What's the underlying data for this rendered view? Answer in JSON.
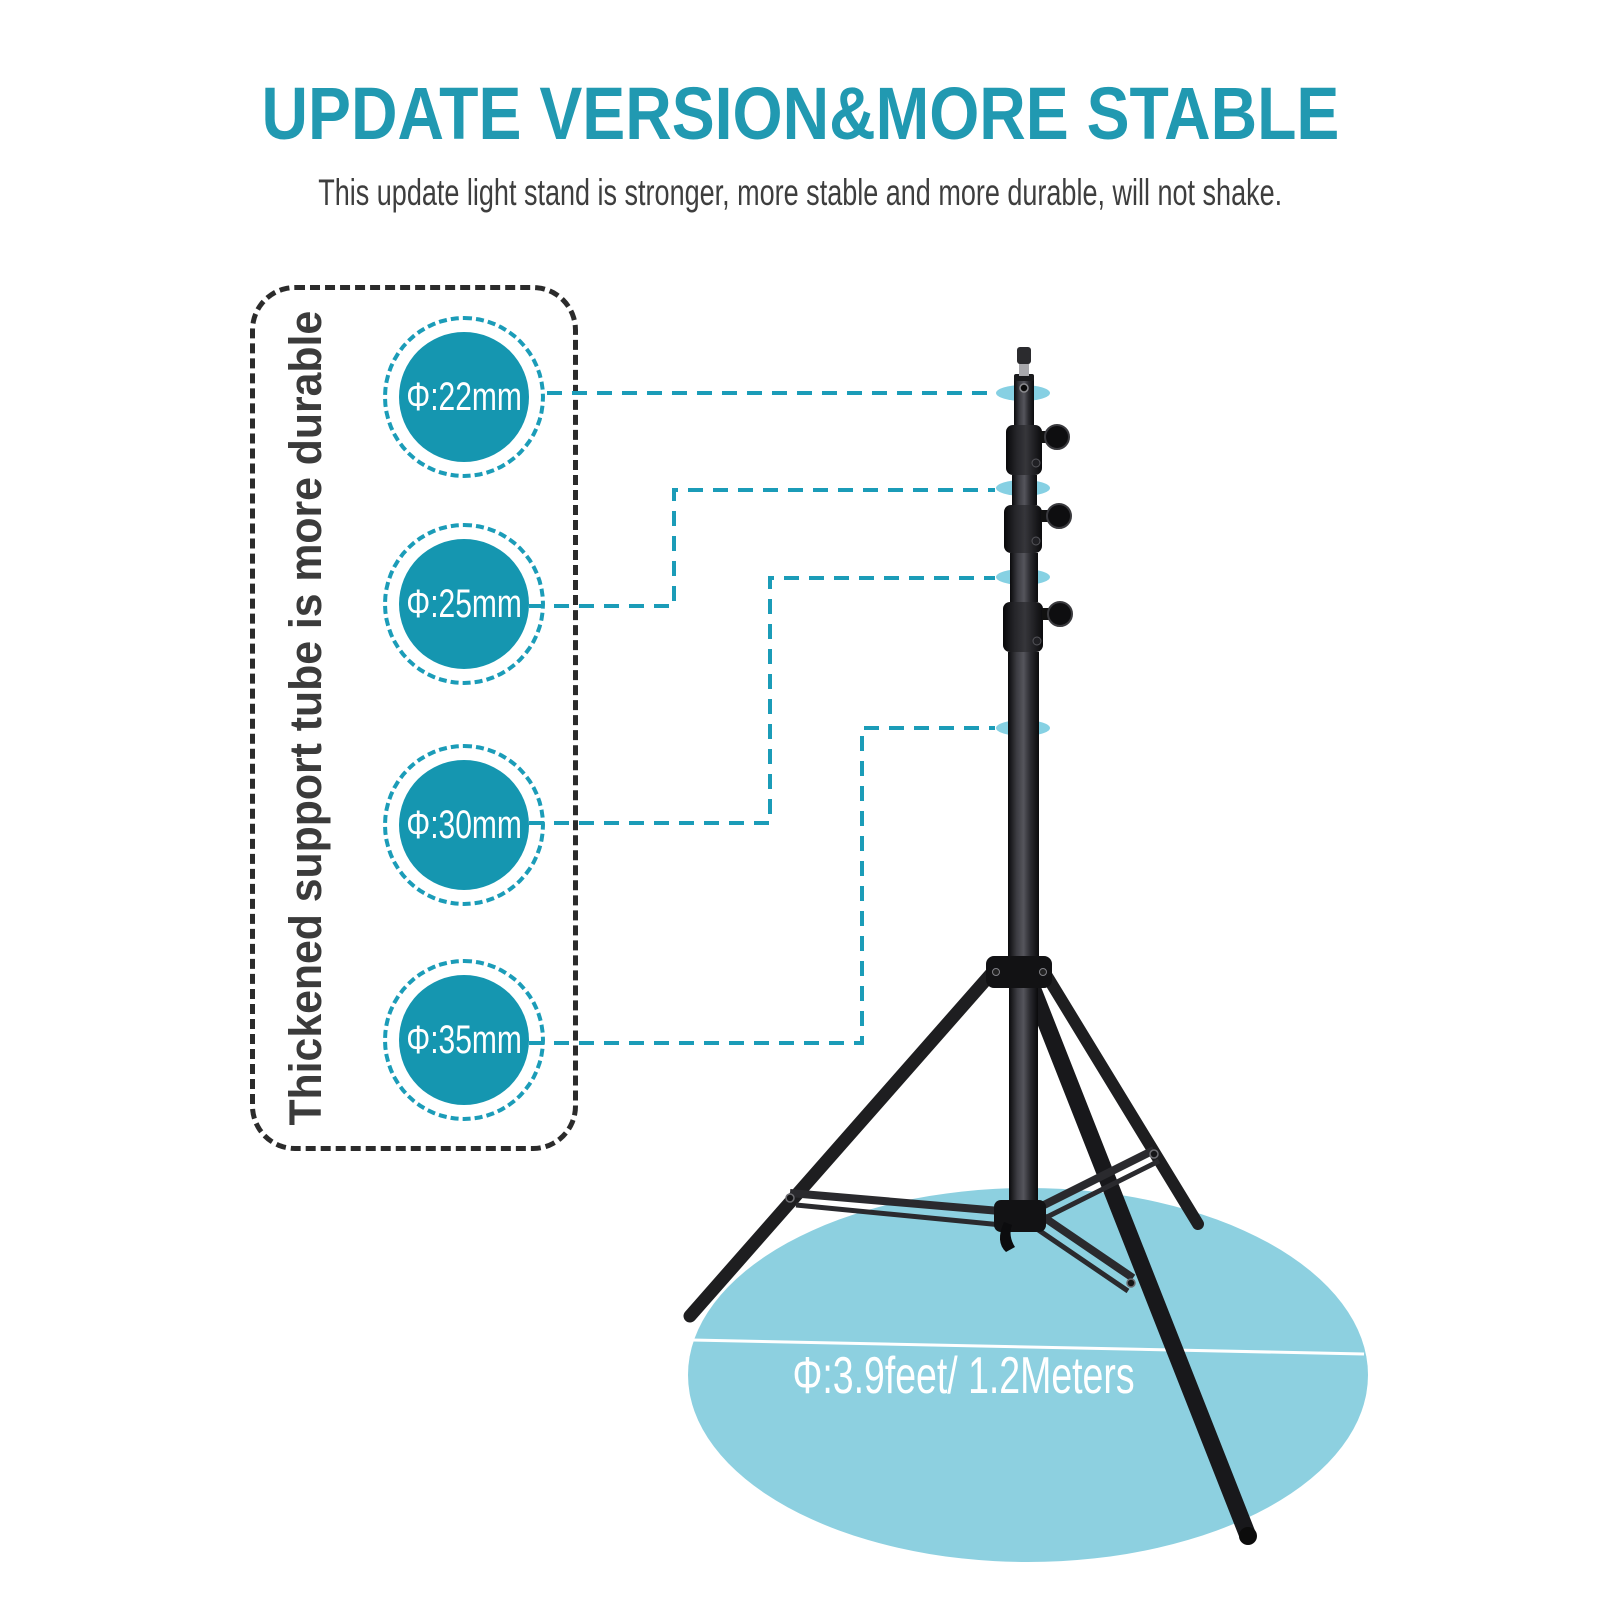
{
  "header": {
    "title": "UPDATE VERSION&MORE STABLE",
    "subtitle": "This update light stand is stronger, more stable and more durable, will not shake."
  },
  "feature_panel": {
    "vertical_label": "Thickened support tube is more durable",
    "diameters": [
      {
        "label": "Φ:22mm"
      },
      {
        "label": "Φ:25mm"
      },
      {
        "label": "Φ:30mm"
      },
      {
        "label": "Φ:35mm"
      }
    ]
  },
  "footprint": {
    "label": "Φ:3.9feet/ 1.2Meters"
  },
  "colors": {
    "title_teal": "#2199b1",
    "body_text": "#3e3e3e",
    "badge_teal": "#1596b0",
    "connector_teal": "#1b9cb8",
    "pole_highlight": "#79cce0",
    "footprint_blue": "#8dd0e0",
    "stand_black": "#1d1d1f"
  }
}
